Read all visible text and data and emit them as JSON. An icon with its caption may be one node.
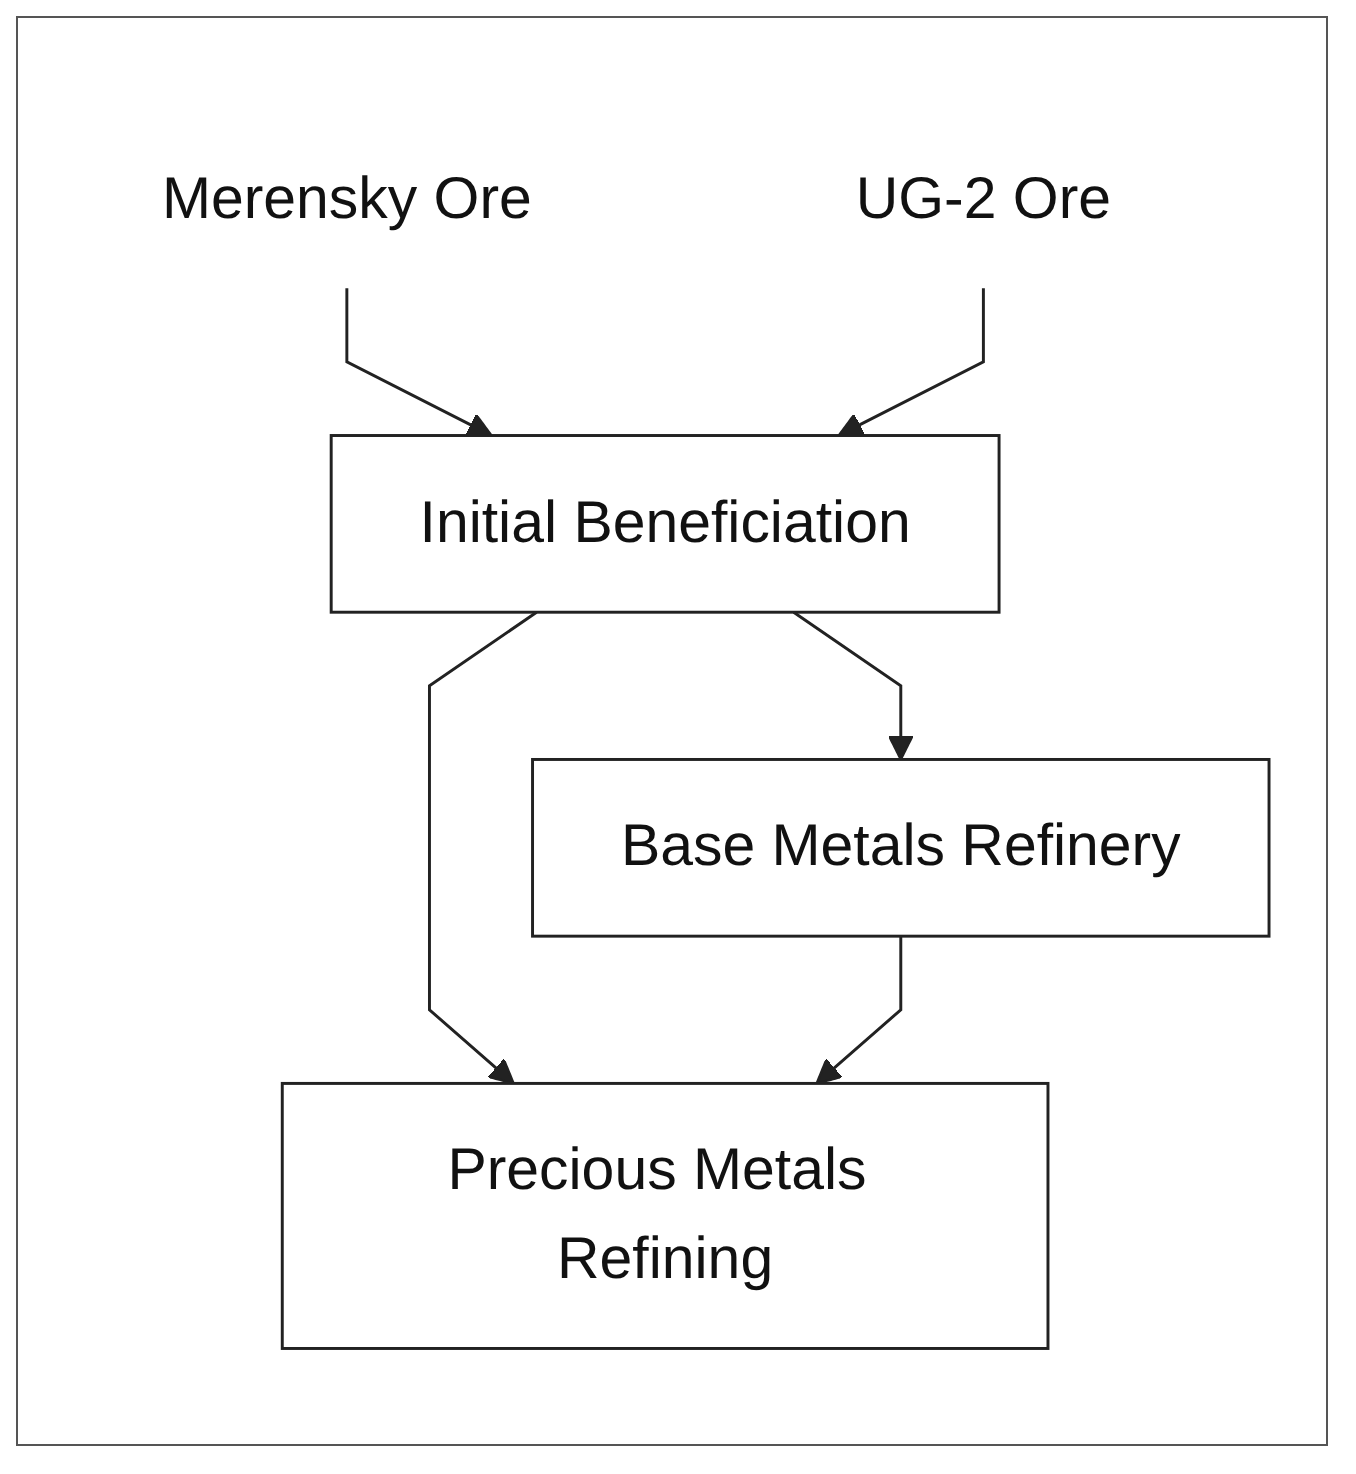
{
  "diagram": {
    "nodes": [
      {
        "text": [
          "Merensky Ore"
        ]
      },
      {
        "text": [
          "UG-2 Ore"
        ]
      },
      {
        "text": [
          "Initial Beneficiation"
        ]
      },
      {
        "text": [
          "Base Metals Refinery"
        ]
      },
      {
        "text": [
          "Precious Metals Refining"
        ]
      }
    ],
    "edges": [
      {
        "from": 0,
        "to": 2,
        "arrow": "to"
      },
      {
        "from": 1,
        "to": 2,
        "arrow": "to"
      },
      {
        "from": 2,
        "to": 4,
        "arrow": "to"
      },
      {
        "from": 2,
        "to": 3,
        "arrow": "to"
      },
      {
        "from": 3,
        "to": 4,
        "arrow": "to"
      }
    ]
  }
}
